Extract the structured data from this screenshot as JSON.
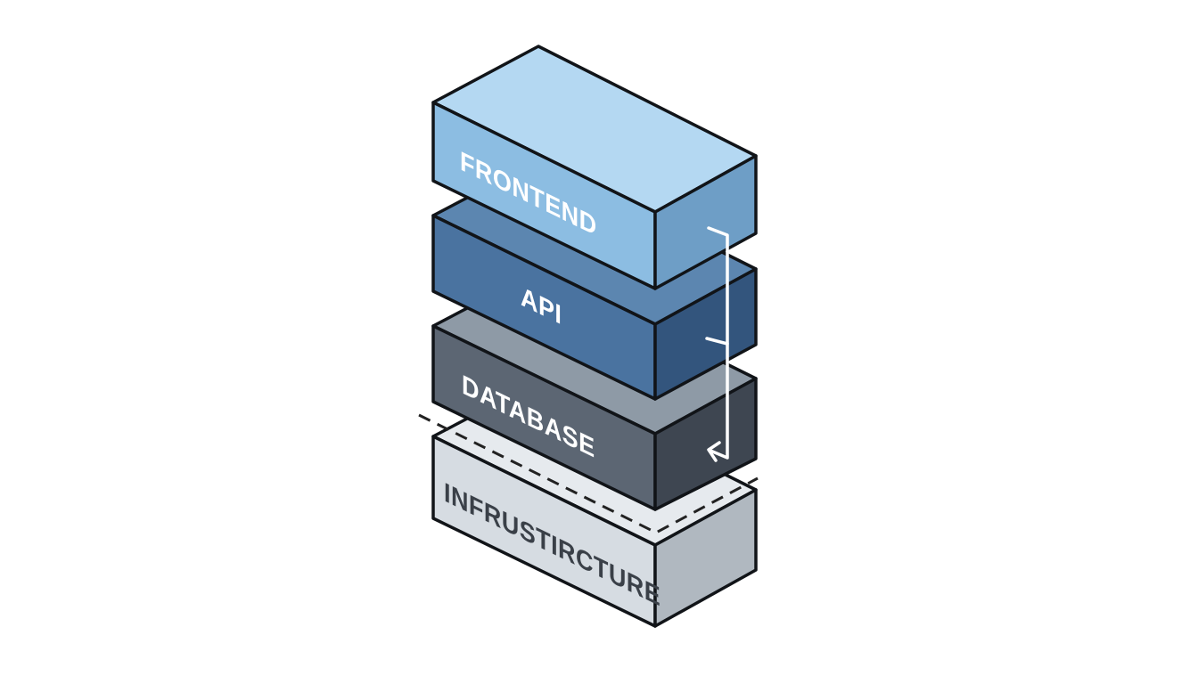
{
  "layers": [
    {
      "key": "frontend",
      "label": "FRONTEND",
      "colors": {
        "top": "#b4d8f2",
        "front": "#8cbde2",
        "side": "#6e9ec6",
        "text": "#ffffff"
      }
    },
    {
      "key": "api",
      "label": "API",
      "colors": {
        "top": "#5c86b0",
        "front": "#4a73a0",
        "side": "#33557d",
        "text": "#ffffff"
      }
    },
    {
      "key": "database",
      "label": "DATABASE",
      "colors": {
        "top": "#8e9aa6",
        "front": "#5c6673",
        "side": "#3e4651",
        "text": "#ffffff"
      }
    },
    {
      "key": "infrastructure",
      "label": "INFRUSTIRCTURE",
      "colors": {
        "top": "#e6eaee",
        "front": "#d6dce2",
        "side": "#b0b8c0",
        "text": "#3a4048"
      }
    }
  ],
  "connector_color": "#ffffff",
  "dashed_line_color": "#222222"
}
